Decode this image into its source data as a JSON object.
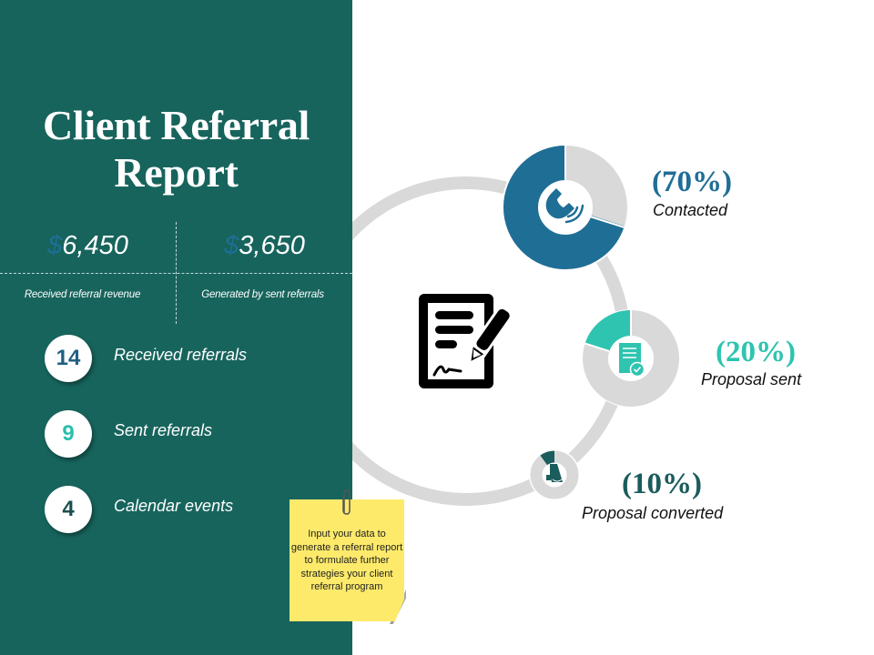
{
  "title": {
    "line1": "Client Referral",
    "line2": "Report"
  },
  "stats": [
    {
      "currency": "$",
      "value": "6,450",
      "label": "Received referral revenue"
    },
    {
      "currency": "$",
      "value": "3,650",
      "label": "Generated by sent referrals"
    }
  ],
  "counts": [
    {
      "value": "14",
      "label": "Received referrals",
      "color": "#1f5f85"
    },
    {
      "value": "9",
      "label": "Sent referrals",
      "color": "#2bbfae"
    },
    {
      "value": "4",
      "label": "Calendar events",
      "color": "#1b4f4f"
    }
  ],
  "note": {
    "text": "Input your data to generate a referral report to formulate further strategies your client referral program"
  },
  "stages": [
    {
      "percent": "(70%)",
      "label": "Contacted",
      "value": 70,
      "color": "#1f6e96",
      "icon": "phone-icon"
    },
    {
      "percent": "(20%)",
      "label": "Proposal sent",
      "value": 20,
      "color": "#2ec4b0",
      "icon": "document-check-icon"
    },
    {
      "percent": "(10%)",
      "label": "Proposal converted",
      "value": 10,
      "color": "#1b5c5c",
      "icon": "handshake-icon"
    }
  ],
  "center_icon": "signed-contract-icon",
  "colors": {
    "panel": "#17645d",
    "ring": "#d9d9d9",
    "sticky": "#fdea6b"
  }
}
